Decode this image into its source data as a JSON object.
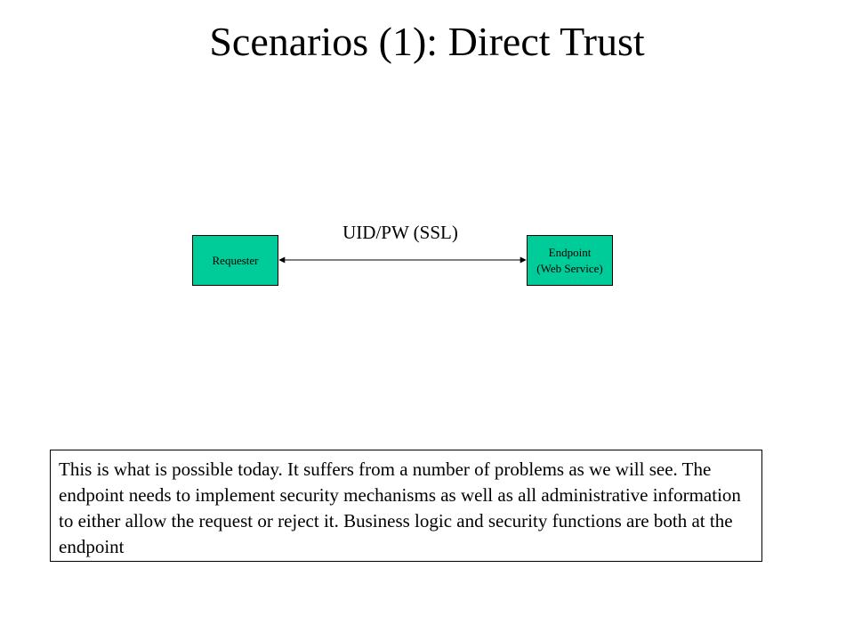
{
  "slide": {
    "title": "Scenarios (1): Direct Trust"
  },
  "diagram": {
    "nodes": [
      {
        "id": "requester",
        "lines": [
          "Requester"
        ],
        "fill": "#00cc99"
      },
      {
        "id": "endpoint",
        "lines": [
          "Endpoint",
          "(Web Service)"
        ],
        "fill": "#00cc99"
      }
    ],
    "edges": [
      {
        "from": "requester",
        "to": "endpoint",
        "label": "UID/PW (SSL)",
        "direction": "bidirectional"
      }
    ]
  },
  "note": {
    "text": "This is what is possible today. It suffers from a number of problems as we will see. The endpoint needs to implement security mechanisms as well as all administrative information to either allow the request or reject it. Business logic and security functions are both at the endpoint"
  }
}
